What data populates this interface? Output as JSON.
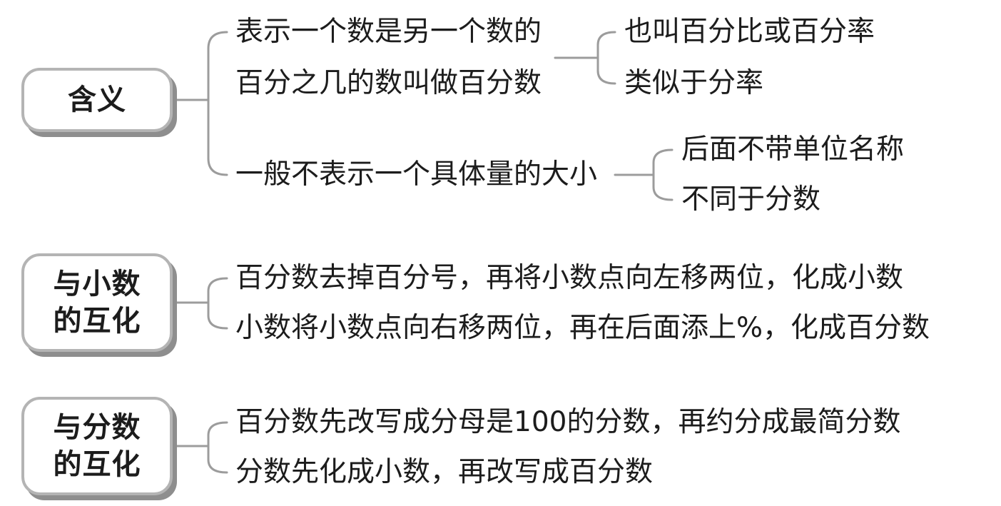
{
  "colors": {
    "background": "#ffffff",
    "text": "#1c1c1c",
    "connector": "#9c9c9c",
    "box_border": "#b4b4b4",
    "box_shadow": "#8e8e8e"
  },
  "nodes": [
    {
      "label_lines": [
        "含义"
      ],
      "branches": [
        {
          "text_lines": [
            "表示一个数是另一个数的",
            "百分之几的数叫做百分数"
          ],
          "children": [
            "也叫百分比或百分率",
            "类似于分率"
          ]
        },
        {
          "text_lines": [
            "一般不表示一个具体量的大小"
          ],
          "children": [
            "后面不带单位名称",
            "不同于分数"
          ]
        }
      ]
    },
    {
      "label_lines": [
        "与小数",
        "的互化"
      ],
      "branches": [
        {
          "text_lines": [
            "百分数去掉百分号，再将小数点向左移两位，化成小数"
          ]
        },
        {
          "text_lines": [
            "小数将小数点向右移两位，再在后面添上%，化成百分数"
          ]
        }
      ]
    },
    {
      "label_lines": [
        "与分数",
        "的互化"
      ],
      "branches": [
        {
          "text_lines": [
            "百分数先改写成分母是100的分数，再约分成最简分数"
          ]
        },
        {
          "text_lines": [
            "分数先化成小数，再改写成百分数"
          ]
        }
      ]
    }
  ]
}
